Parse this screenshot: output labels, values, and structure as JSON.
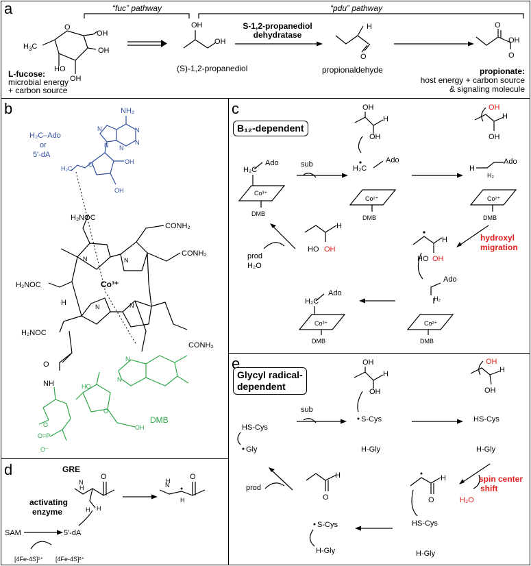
{
  "panels": {
    "a": "a",
    "b": "b",
    "c": "c",
    "d": "d",
    "e": "e"
  },
  "a": {
    "fuc_pathway": "“fuc” pathway",
    "pdu_pathway": "“pdu” pathway",
    "enzyme_line1": "S-1,2-propanediol",
    "enzyme_line2": "dehydratase",
    "lfucose_title": "L-fucose:",
    "lfucose_l1": "microbial energy",
    "lfucose_l2": "+ carbon source",
    "propanediol": "(S)-1,2-propanediol",
    "propionaldehyde": "propionaldehyde",
    "propionate_title": "propionate:",
    "propionate_l1": "host energy + carbon source",
    "propionate_l2": "& signaling molecule"
  },
  "b": {
    "ado_l1": "H₂C–Ado",
    "ado_l2": "or",
    "ado_l3": "5′-dA",
    "nh2": "NH₂",
    "co": "Co³⁺",
    "dmb": "DMB",
    "conh2_1": "CONH₂",
    "conh2_2": "CONH₂",
    "conh2_3": "CONH₂",
    "h2noc_1": "H₂NOC",
    "h2noc_2": "H₂NOC",
    "h2noc_3": "H₂NOC"
  },
  "c": {
    "box": "B₁₂-dependent",
    "sub": "sub",
    "prod": "prod",
    "h2o": "H₂O",
    "ado": "Ado",
    "co3": "Co³⁺",
    "co2": "Co²⁺",
    "dmb": "DMB",
    "hydroxyl_l1": "hydroxyl",
    "hydroxyl_l2": "migration"
  },
  "d": {
    "gre": "GRE",
    "activating_l1": "activating",
    "activating_l2": "enzyme",
    "sam": "SAM",
    "dA": "5′-dA",
    "fes1": "[4Fe-4S]¹⁺",
    "fes2": "[4Fe-4S]²⁺"
  },
  "e": {
    "box_l1": "Glycyl radical-",
    "box_l2": "dependent",
    "sub": "sub",
    "prod": "prod",
    "hscys": "HS-Cys",
    "scys": "S-Cys",
    "gly": "Gly",
    "hgly": "H-Gly",
    "spin_l1": "spin center",
    "spin_l2": "shift",
    "h2o": "H₂O"
  }
}
